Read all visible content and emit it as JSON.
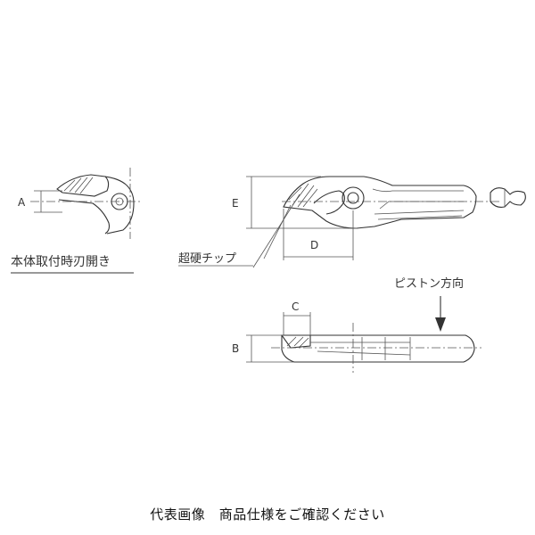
{
  "labels": {
    "dim_a": "A",
    "dim_b": "B",
    "dim_c": "C",
    "dim_d": "D",
    "dim_e": "E",
    "jaw_opening": "本体取付時刃開き",
    "carbide_tip": "超硬チップ",
    "piston_direction": "ピストン方向"
  },
  "caption": "代表画像　商品仕様をご確認ください",
  "colors": {
    "line": "#333333",
    "text": "#333333",
    "background": "#ffffff"
  }
}
